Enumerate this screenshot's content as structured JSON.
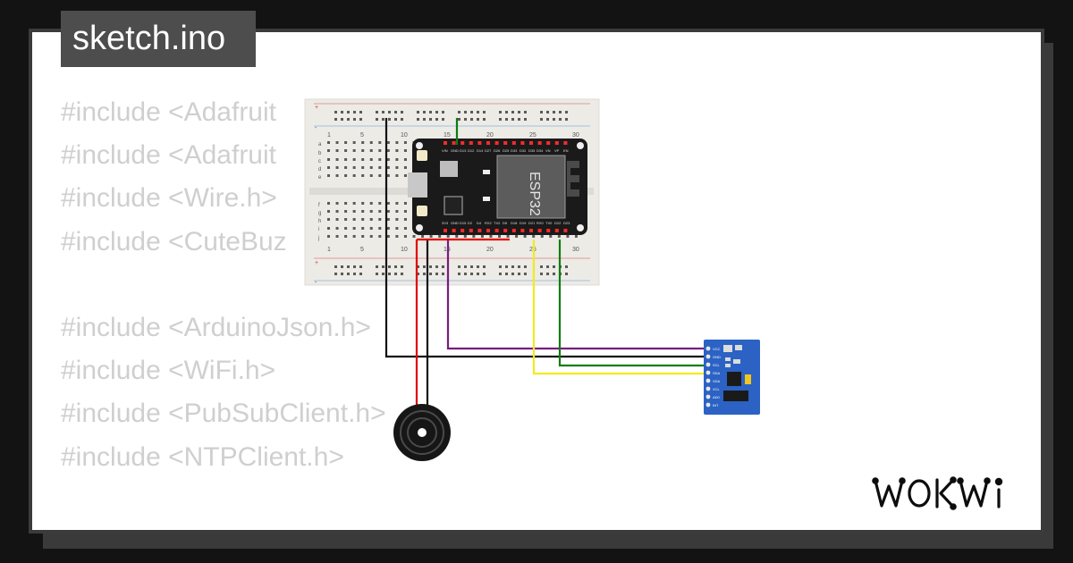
{
  "window": {
    "title": "sketch.ino"
  },
  "code_lines": [
    "#include <Adafruit",
    "#include <Adafruit",
    "#include <Wire.h>",
    "#include <CuteBuz",
    "",
    "#include <ArduinoJson.h>",
    "#include <WiFi.h>",
    "#include <PubSubClient.h>",
    "#include <NTPClient.h>"
  ],
  "diagram": {
    "breadboard": {
      "column_numbers": [
        "1",
        "5",
        "10",
        "15",
        "20",
        "25",
        "30"
      ],
      "row_letters_top": [
        "a",
        "b",
        "c",
        "d",
        "e"
      ],
      "row_letters_bottom": [
        "f",
        "g",
        "h",
        "i",
        "j"
      ],
      "rail_symbols": [
        "+",
        "-"
      ]
    },
    "esp32": {
      "label": "ESP32",
      "top_pins": [
        "VIN",
        "GND",
        "D13",
        "D12",
        "D14",
        "D27",
        "D26",
        "D25",
        "D33",
        "D32",
        "D35",
        "D34",
        "VN",
        "VP",
        "EN"
      ],
      "bottom_pins": [
        "3V3",
        "GND",
        "D15",
        "D2",
        "D4",
        "RX2",
        "TX2",
        "D5",
        "D18",
        "D19",
        "D21",
        "RX0",
        "TX0",
        "D22",
        "D23"
      ]
    },
    "mpu6050": {
      "pins": [
        "VCC",
        "GND",
        "SCL",
        "SDA",
        "XDA",
        "XCL",
        "AD0",
        "INT"
      ]
    },
    "wire_colors": {
      "black": "#111111",
      "red": "#e00000",
      "purple": "#7a1b7f",
      "yellow": "#f2ea1f",
      "green": "#0c7d12"
    }
  },
  "logo": {
    "text": "WOKWi"
  },
  "colors": {
    "tab_background": "#4d4d4d",
    "code_text": "#cfcfcf",
    "esp32_board": "#1a1a1a",
    "mpu_board": "#2b62c4",
    "frame": "#131313"
  }
}
